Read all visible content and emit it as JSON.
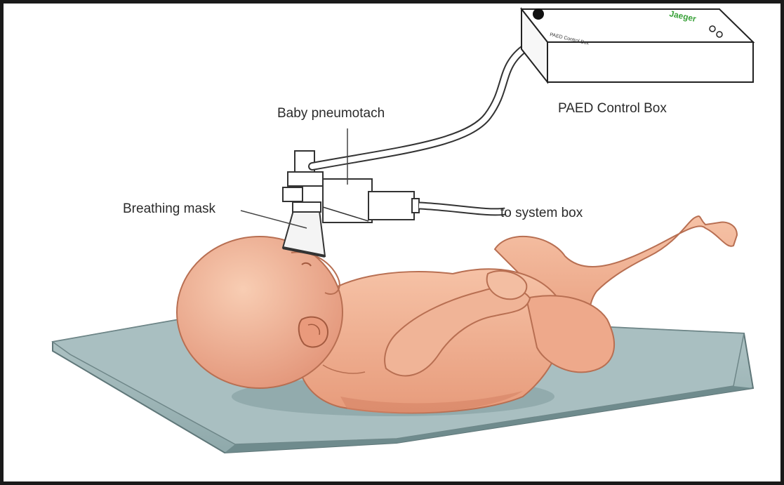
{
  "labels": {
    "control_box": "PAED Control Box",
    "pneumotach": "Baby pneumotach",
    "mask": "Breathing mask",
    "system_box": "to system box"
  },
  "device": {
    "panel_text": "PAED Control Box",
    "logo_text": "Jaeger",
    "logo_color": "#3aa23a"
  },
  "colors": {
    "skin": "#f2b496",
    "skin_shadow": "#d98a6c",
    "tray": "#9fb7b9",
    "tray_edge": "#7e9698"
  }
}
